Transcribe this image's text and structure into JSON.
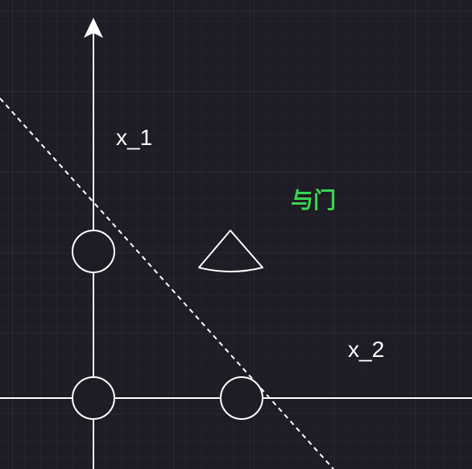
{
  "theme": {
    "background": "#1e1c24",
    "grid_minor": "#2a2830",
    "grid_major": "#34323a",
    "stroke": "#ffffff",
    "point_fill": "#1e1c24",
    "title_color": "#39d353"
  },
  "diagram": {
    "title": "与门",
    "axis_x_label": "x_2",
    "axis_y_label": "x_1",
    "points": [
      {
        "name": "origin",
        "x1": 0,
        "x2": 0
      },
      {
        "name": "x1-unit",
        "x1": 1,
        "x2": 0
      },
      {
        "name": "x2-unit",
        "x1": 0,
        "x2": 1
      }
    ],
    "boundary_style": "dashed",
    "class_marker": "cone-icon"
  }
}
